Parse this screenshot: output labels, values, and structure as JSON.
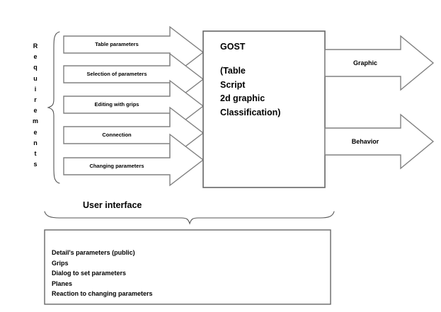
{
  "diagram": {
    "requirements_bracket_label": "Requirements",
    "input_arrows": [
      {
        "label": "Table parameters"
      },
      {
        "label": "Selection of parameters"
      },
      {
        "label": "Editing with grips"
      },
      {
        "label": "Connection"
      },
      {
        "label": "Changing parameters"
      }
    ],
    "center_box": {
      "title": "GOST",
      "lines": [
        "(Table",
        "Script",
        "2d graphic",
        "Classification)"
      ]
    },
    "output_arrows": [
      {
        "label": "Graphic"
      },
      {
        "label": "Behavior"
      }
    ],
    "user_interface": {
      "brace_label": "User interface",
      "items": [
        "Detail's parameters (public)",
        "Grips",
        "Dialog to set parameters",
        "Planes",
        "Reaction to changing parameters"
      ]
    },
    "colors": {
      "stroke": "#808080",
      "stroke_dark": "#666666",
      "brace": "#555555",
      "fill": "#ffffff",
      "text": "#000000",
      "background": "#ffffff"
    }
  }
}
